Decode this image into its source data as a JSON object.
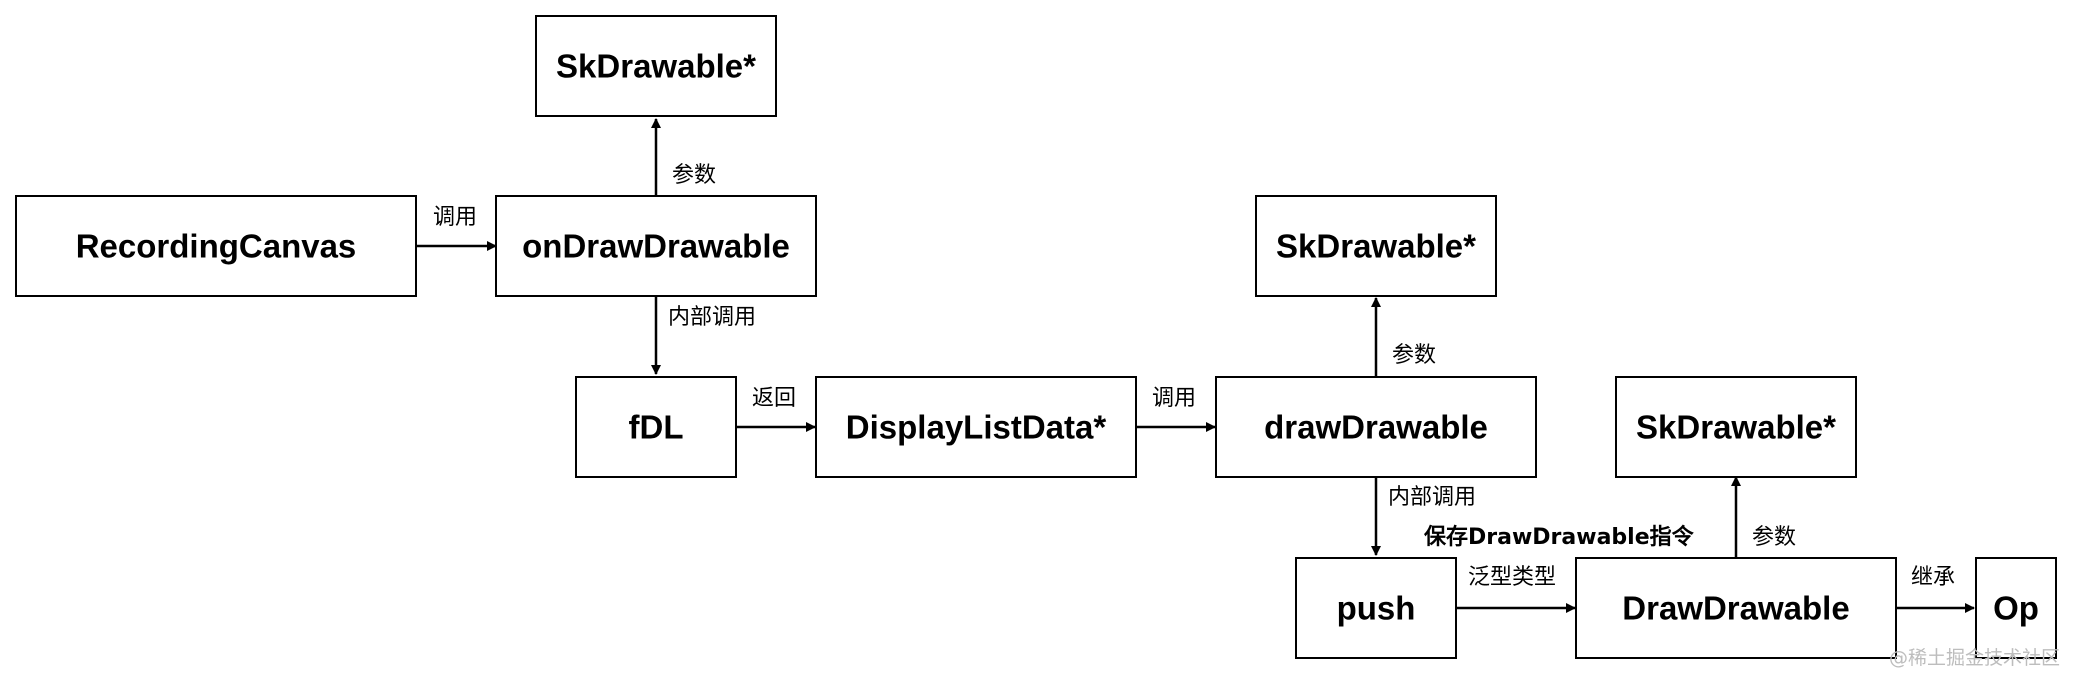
{
  "nodes": {
    "recording_canvas": "RecordingCanvas",
    "on_draw_drawable": "onDrawDrawable",
    "skdrawable_1": "SkDrawable*",
    "fdl": "fDL",
    "display_list_data": "DisplayListData*",
    "draw_drawable": "drawDrawable",
    "skdrawable_2": "SkDrawable*",
    "push": "push",
    "draw_drawable_op": "DrawDrawable",
    "skdrawable_3": "SkDrawable*",
    "op": "Op"
  },
  "edges": {
    "call_1": "调用",
    "param_1": "参数",
    "internal_call_1": "内部调用",
    "returns": "返回",
    "call_2": "调用",
    "param_2": "参数",
    "internal_call_2": "内部调用",
    "save_instruction": "保存DrawDrawable指令",
    "generic_type": "泛型类型",
    "param_3": "参数",
    "inherits": "继承"
  },
  "watermark": "@稀土掘金技术社区",
  "colors": {
    "stroke": "#000000",
    "node_fill": "#ffffff",
    "background": "#ffffff",
    "watermark": "#bdbdbd"
  }
}
